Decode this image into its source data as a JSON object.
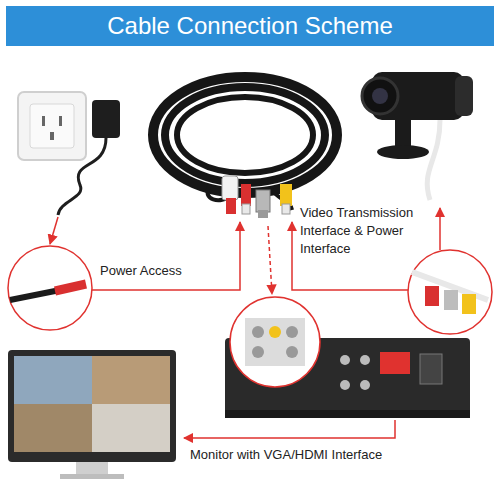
{
  "diagram": {
    "title": "Cable Connection Scheme",
    "labels": [
      "Power Access",
      "Video Transmission Interface & Power Interface",
      "Monitor with VGA/HDMI Interface"
    ]
  }
}
